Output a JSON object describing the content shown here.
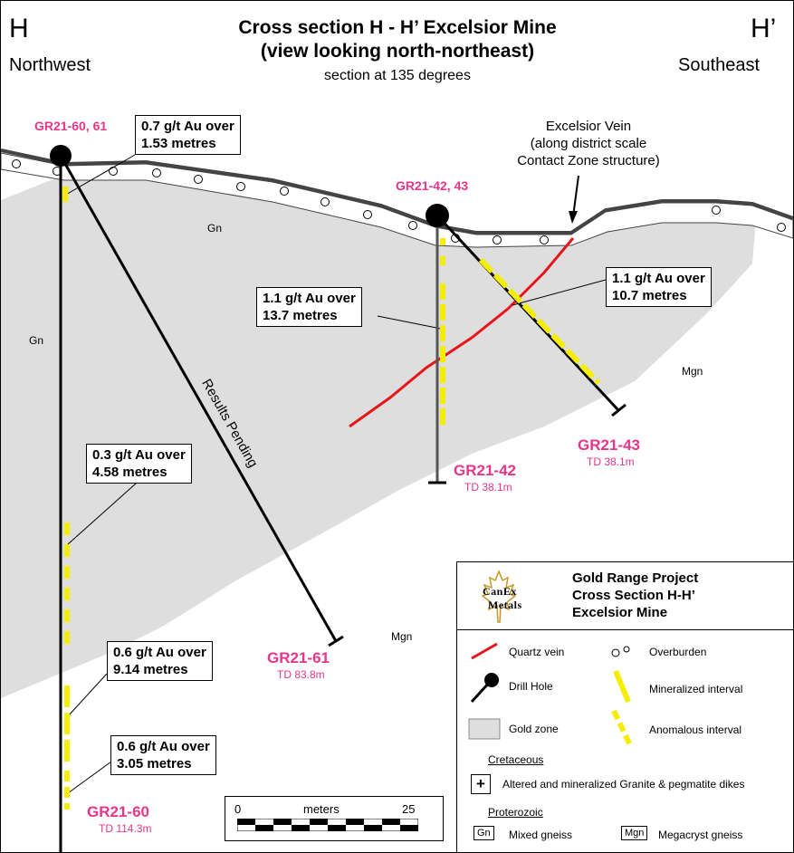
{
  "header": {
    "left_letter": "H",
    "right_letter": "H’",
    "left_direction": "Northwest",
    "right_direction": "Southeast",
    "title_line1": "Cross section H - H’ Excelsior Mine",
    "title_line2": "(view looking north-northeast)",
    "subtitle": "section at 135 degrees"
  },
  "holes": {
    "gr21_60_61_label": "GR21-60, 61",
    "gr21_42_43_label": "GR21-42, 43",
    "gr21_60": "GR21-60",
    "gr21_60_td": "TD 114.3m",
    "gr21_61": "GR21-61",
    "gr21_61_td": "TD 83.8m",
    "gr21_42": "GR21-42",
    "gr21_42_td": "TD 38.1m",
    "gr21_43": "GR21-43",
    "gr21_43_td": "TD 38.1m",
    "results_pending": "Results Pending"
  },
  "intercepts": [
    {
      "line1": "0.7 g/t Au over",
      "line2": "1.53 metres"
    },
    {
      "line1": "1.1 g/t Au over",
      "line2": "13.7 metres"
    },
    {
      "line1": "1.1 g/t Au over",
      "line2": "10.7 metres"
    },
    {
      "line1": "0.3 g/t Au over",
      "line2": "4.58 metres"
    },
    {
      "line1": "0.6 g/t Au over",
      "line2": "9.14 metres"
    },
    {
      "line1": "0.6 g/t Au over",
      "line2": "3.05 metres"
    }
  ],
  "vein_note": {
    "line1": "Excelsior Vein",
    "line2": "(along district scale",
    "line3": "Contact Zone structure)"
  },
  "rock_labels": {
    "gn_top": "Gn",
    "gn_left": "Gn",
    "mgn_right": "Mgn",
    "mgn_bottom": "Mgn"
  },
  "legend": {
    "title_line1": "Gold Range Project",
    "title_line2": "Cross Section H-H’",
    "title_line3": "Excelsior Mine",
    "logo_line1": "CanEx",
    "logo_line2": "Metals",
    "quartz_vein": "Quartz vein",
    "overburden": "Overburden",
    "drill_hole": "Drill Hole",
    "mineralized": "Mineralized interval",
    "gold_zone": "Gold zone",
    "anomalous": "Anomalous interval",
    "cretaceous": "Cretaceous",
    "granite": "Altered and mineralized Granite & pegmatite dikes",
    "granite_symbol": "+",
    "proterozoic": "Proterozoic",
    "gn_code": "Gn",
    "gn_name": "Mixed gneiss",
    "mgn_code": "Mgn",
    "mgn_name": "Megacryst gneiss"
  },
  "scale": {
    "start": "0",
    "unit": "meters",
    "end": "25"
  },
  "colors": {
    "gold_zone": "#dedede",
    "quartz_vein": "#e8151b",
    "mineralized": "#f5ee00",
    "hole_label": "#e6368a",
    "logo_gold": "#c9962a"
  }
}
